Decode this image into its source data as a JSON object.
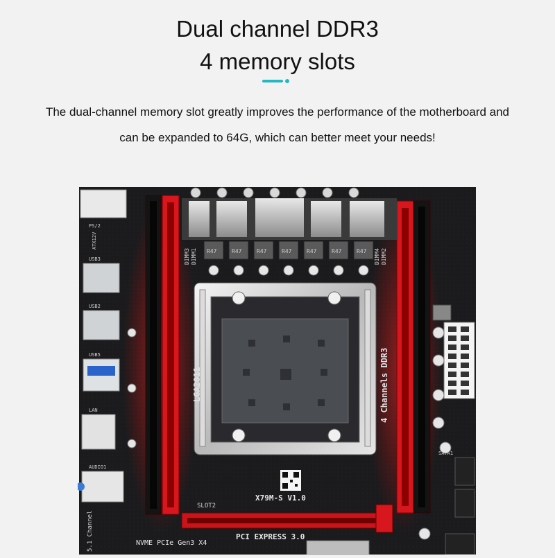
{
  "heading": {
    "line1": "Dual channel DDR3",
    "line2": "4 memory slots"
  },
  "description": {
    "line1": "The dual-channel memory slot greatly improves the performance of the motherboard and",
    "line2": "can be expanded to 64G, which can better meet your needs!"
  },
  "board": {
    "socket_label": "LGA2011",
    "channels_label": "4 Channels DDR3",
    "model_label": "X79M-S  V1.0",
    "pcie_label": "PCI EXPRESS 3.0",
    "nvme_label": "NVME PCIe Gen3 X4",
    "slot_label": "SLOT2",
    "audio_channel_label": "5.1 Channel",
    "dimm1": "DIMM1",
    "dimm2": "DIMM2",
    "dimm3": "DIMM3",
    "dimm4": "DIMM4",
    "port_labels": {
      "ps2": "PS/2",
      "atx12v": "ATX12V",
      "usb3": "USB3",
      "usb2": "USB2",
      "usb5": "USB5",
      "lan": "LAN",
      "audio": "AUDIO1",
      "sata1": "SATA1"
    },
    "inductor_label": "R47"
  }
}
